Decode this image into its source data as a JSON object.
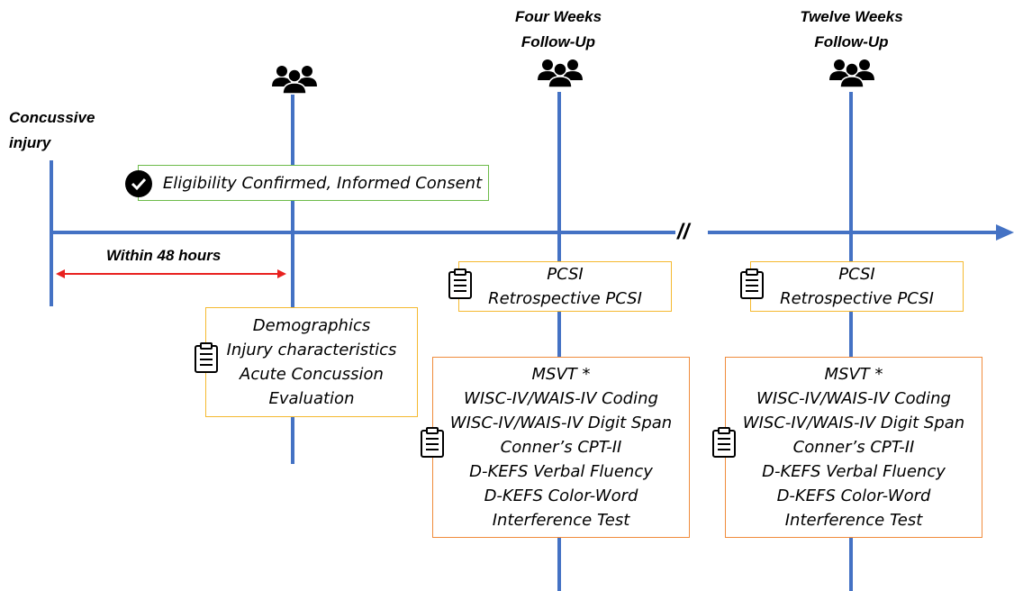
{
  "colors": {
    "timeline": "#4472c4",
    "arrow_red": "#e8211f",
    "green": "#6dbb4a",
    "yellow": "#f5b930",
    "orange": "#f08c3c"
  },
  "labels": {
    "injury": "Concussive injury",
    "window": "Within 48 hours",
    "break_mark": "//",
    "four_weeks": "Four Weeks Follow-Up",
    "twelve_weeks": "Twelve Weeks Follow-Up"
  },
  "consent": "Eligibility Confirmed, Informed Consent",
  "baseline_box": [
    "Demographics",
    "Injury characteristics",
    "Acute Concussion",
    "Evaluation"
  ],
  "pcsi_box": [
    "PCSI",
    "Retrospective PCSI"
  ],
  "tests_box": [
    "MSVT *",
    "WISC-IV/WAIS-IV Coding",
    "WISC-IV/WAIS-IV Digit Span",
    "Conner’s CPT-II",
    "D-KEFS Verbal Fluency",
    "D-KEFS Color-Word",
    "Interference Test"
  ],
  "icons": [
    "people-icon",
    "clipboard-icon",
    "check-circle-icon"
  ]
}
